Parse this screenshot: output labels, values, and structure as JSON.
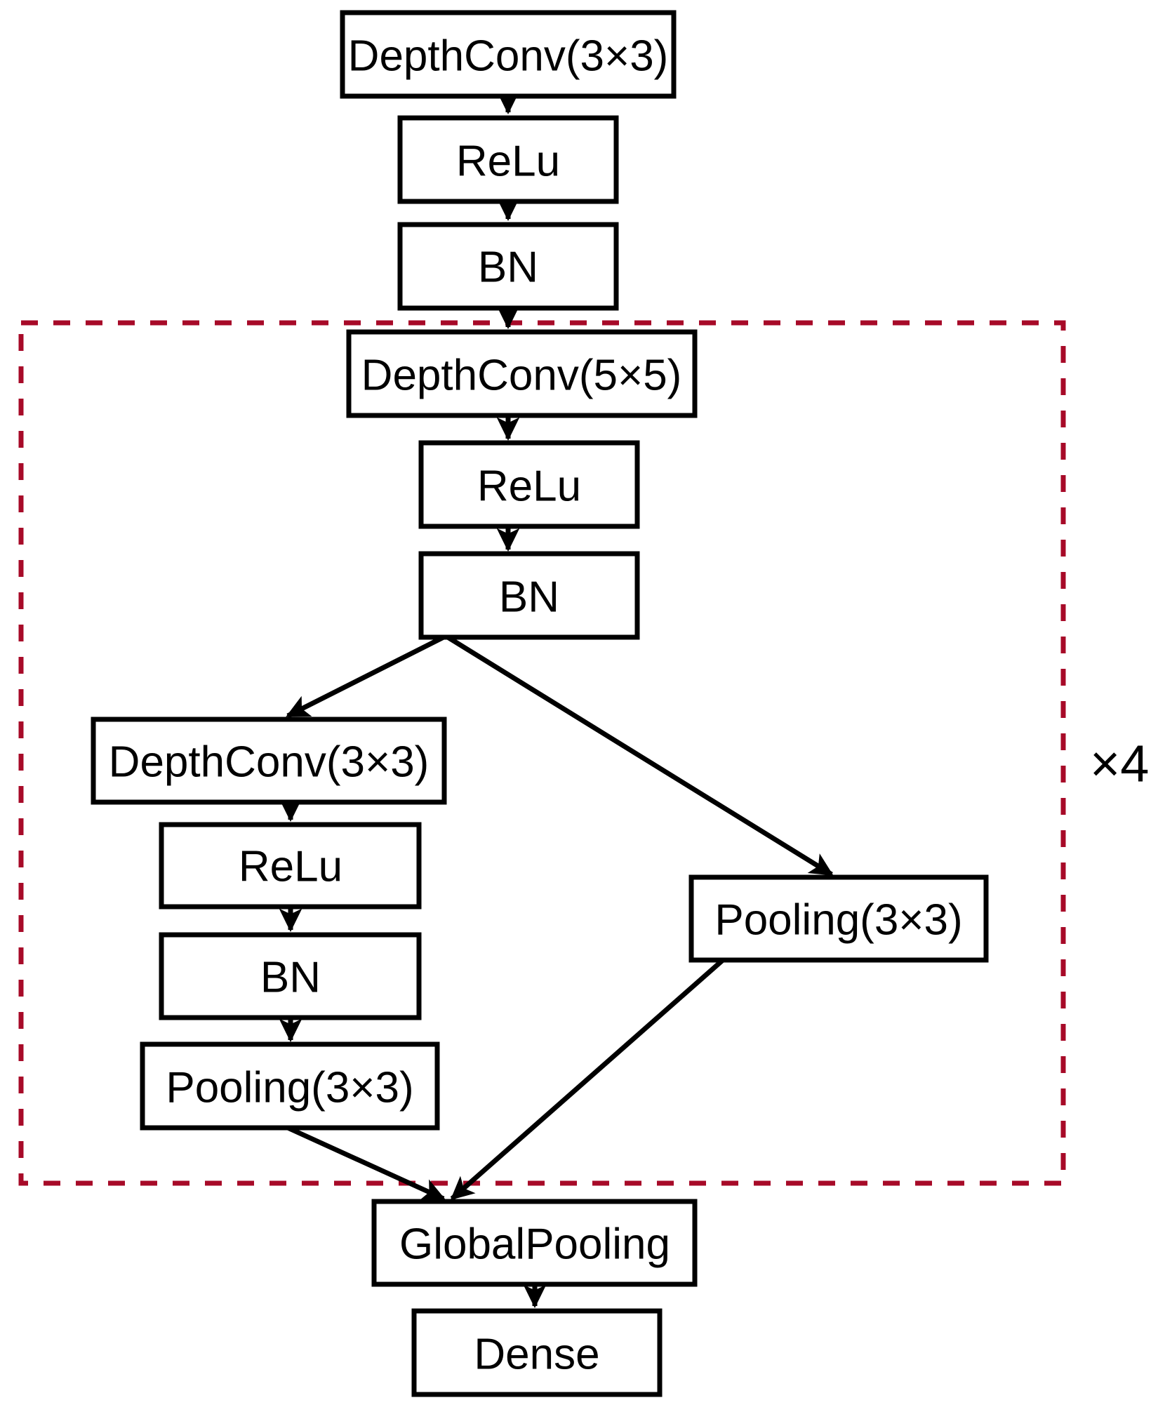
{
  "diagram": {
    "title": "Depthwise separable CNN architecture block diagram",
    "colors": {
      "node_border": "#000000",
      "node_fill": "#ffffff",
      "edge": "#000000",
      "repeat_group_border": "#A70A28",
      "text": "#000000"
    },
    "repeat_group": {
      "label": "×4",
      "style": "dashed-rectangle"
    },
    "nodes": [
      {
        "id": "depthconv3_top",
        "label": "DepthConv(3×3)"
      },
      {
        "id": "relu_top",
        "label": "ReLu"
      },
      {
        "id": "bn_top",
        "label": "BN"
      },
      {
        "id": "depthconv5",
        "label": "DepthConv(5×5)"
      },
      {
        "id": "relu_mid",
        "label": "ReLu"
      },
      {
        "id": "bn_mid",
        "label": "BN"
      },
      {
        "id": "depthconv3_left",
        "label": "DepthConv(3×3)"
      },
      {
        "id": "relu_left",
        "label": "ReLu"
      },
      {
        "id": "bn_left",
        "label": "BN"
      },
      {
        "id": "pooling_left",
        "label": "Pooling(3×3)"
      },
      {
        "id": "pooling_right",
        "label": "Pooling(3×3)"
      },
      {
        "id": "globalpooling",
        "label": "GlobalPooling"
      },
      {
        "id": "dense",
        "label": "Dense"
      }
    ],
    "edges": [
      {
        "from": "depthconv3_top",
        "to": "relu_top"
      },
      {
        "from": "relu_top",
        "to": "bn_top"
      },
      {
        "from": "bn_top",
        "to": "depthconv5"
      },
      {
        "from": "depthconv5",
        "to": "relu_mid"
      },
      {
        "from": "relu_mid",
        "to": "bn_mid"
      },
      {
        "from": "bn_mid",
        "to": "depthconv3_left"
      },
      {
        "from": "bn_mid",
        "to": "pooling_right"
      },
      {
        "from": "depthconv3_left",
        "to": "relu_left"
      },
      {
        "from": "relu_left",
        "to": "bn_left"
      },
      {
        "from": "bn_left",
        "to": "pooling_left"
      },
      {
        "from": "pooling_left",
        "to": "globalpooling"
      },
      {
        "from": "pooling_right",
        "to": "globalpooling"
      },
      {
        "from": "globalpooling",
        "to": "dense"
      }
    ]
  }
}
